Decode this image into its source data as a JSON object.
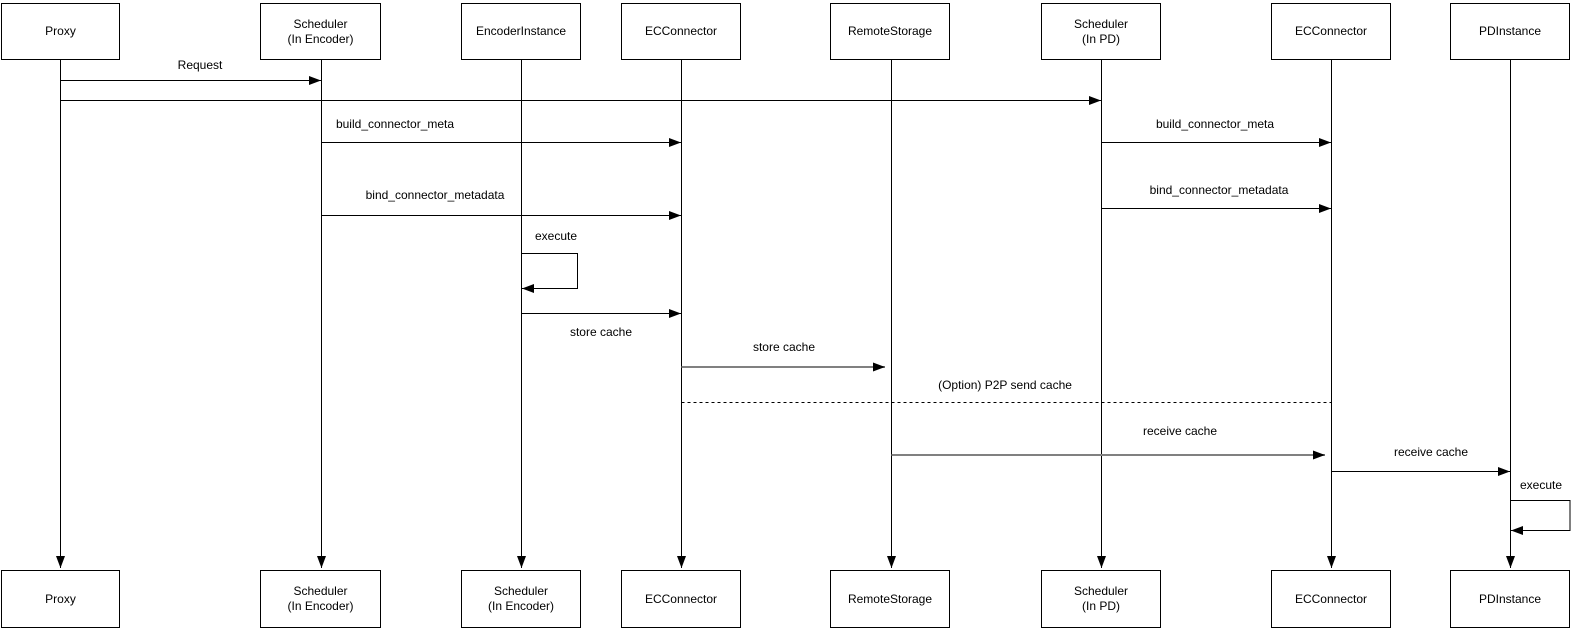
{
  "diagram": {
    "kind": "uml-sequence-diagram",
    "colors": {
      "stroke": "#000000",
      "gray_arrow": "#808080",
      "box_fill": "#ffffff",
      "background": "#ffffff",
      "text": "#000000"
    },
    "participants": [
      {
        "top": [
          "Proxy"
        ],
        "bottom": [
          "Proxy"
        ]
      },
      {
        "top": [
          "Scheduler",
          "(In Encoder)"
        ],
        "bottom": [
          "Scheduler",
          "(In Encoder)"
        ]
      },
      {
        "top": [
          "EncoderInstance"
        ],
        "bottom": [
          "Scheduler",
          "(In Encoder)"
        ]
      },
      {
        "top": [
          "ECConnector"
        ],
        "bottom": [
          "ECConnector"
        ]
      },
      {
        "top": [
          "RemoteStorage"
        ],
        "bottom": [
          "RemoteStorage"
        ]
      },
      {
        "top": [
          "Scheduler",
          "(In PD)"
        ],
        "bottom": [
          "Scheduler",
          "(In PD)"
        ]
      },
      {
        "top": [
          "ECConnector"
        ],
        "bottom": [
          "ECConnector"
        ]
      },
      {
        "top": [
          "PDInstance"
        ],
        "bottom": [
          "PDInstance"
        ]
      }
    ],
    "messages": [
      {
        "label": "Request",
        "from": "Proxy",
        "to": "Scheduler (In Encoder)",
        "type": "solid"
      },
      {
        "label": "",
        "from": "Proxy",
        "to": "Scheduler (In PD)",
        "type": "solid"
      },
      {
        "label": "build_connector_meta",
        "from": "Scheduler (In Encoder)",
        "to": "ECConnector",
        "type": "solid"
      },
      {
        "label": "build_connector_meta",
        "from": "Scheduler (In PD)",
        "to": "ECConnector",
        "type": "solid"
      },
      {
        "label": "bind_connector_metadata",
        "from": "Scheduler (In Encoder)",
        "to": "ECConnector",
        "type": "solid"
      },
      {
        "label": "bind_connector_metadata",
        "from": "Scheduler (In PD)",
        "to": "ECConnector",
        "type": "solid"
      },
      {
        "label": "execute",
        "from": "EncoderInstance",
        "to": "EncoderInstance",
        "type": "self"
      },
      {
        "label": "store cache",
        "from": "EncoderInstance",
        "to": "ECConnector",
        "type": "solid"
      },
      {
        "label": "store cache",
        "from": "ECConnector",
        "to": "RemoteStorage",
        "type": "solid-gray"
      },
      {
        "label": "(Option) P2P send cache",
        "from": "ECConnector",
        "to": "ECConnector",
        "type": "dashed"
      },
      {
        "label": "receive cache",
        "from": "RemoteStorage",
        "to": "ECConnector",
        "type": "solid-gray"
      },
      {
        "label": "receive cache",
        "from": "ECConnector",
        "to": "PDInstance",
        "type": "solid"
      },
      {
        "label": "execute",
        "from": "PDInstance",
        "to": "PDInstance",
        "type": "self"
      }
    ]
  }
}
